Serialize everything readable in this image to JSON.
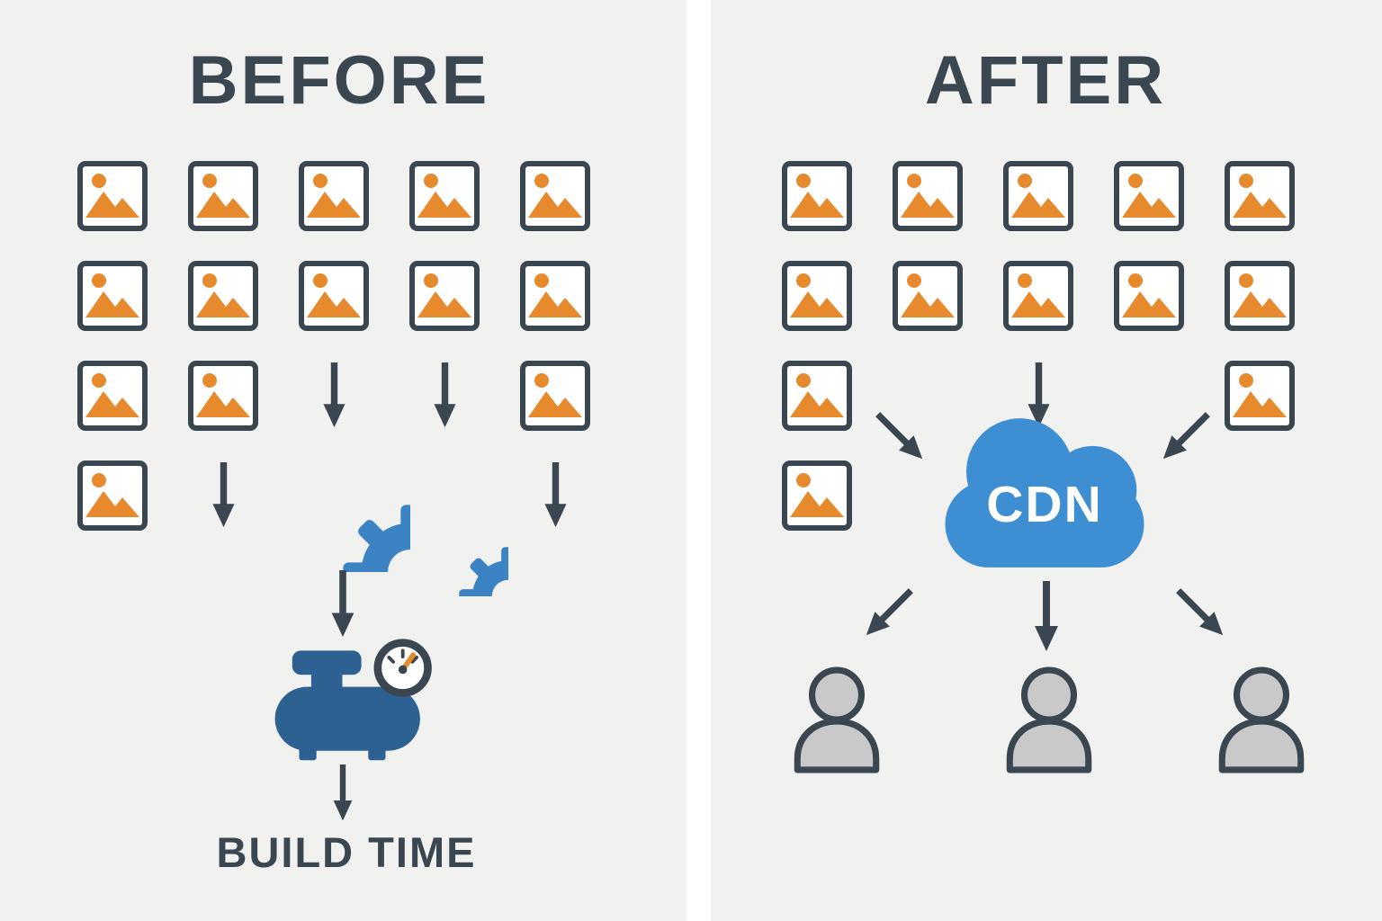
{
  "panels": {
    "before": {
      "title": "BEFORE",
      "caption": "BUILD TIME",
      "grid": [
        [
          "img",
          "img",
          "img",
          "img",
          "img"
        ],
        [
          "img",
          "img",
          "img",
          "img",
          "img"
        ],
        [
          "img",
          "img",
          "arrow",
          "arrow",
          "img"
        ],
        [
          "img",
          "arrow",
          "",
          "",
          "arrow"
        ]
      ]
    },
    "after": {
      "title": "AFTER",
      "cloud_label": "CDN",
      "grid": [
        [
          "img",
          "img",
          "img",
          "img",
          "img"
        ],
        [
          "img",
          "img",
          "img",
          "img",
          "img"
        ],
        [
          "img",
          "",
          "arrow",
          "",
          "img"
        ],
        [
          "img",
          "",
          "",
          "",
          ""
        ]
      ],
      "users_count": 3
    }
  },
  "icons": {
    "image-thumbnail-icon": "framed picture with sun and mountains",
    "arrow-down-icon": "thick downward arrow",
    "gear-icon": "cog wheel",
    "build-machine-icon": "compressor tank with pressure gauge",
    "gauge-icon": "round pressure gauge with needle",
    "cdn-cloud-icon": "cloud shape",
    "user-icon": "person silhouette (head and shoulders)"
  },
  "colors": {
    "ink": "#3a4750",
    "orange": "#e78a2e",
    "gear-blue": "#3c83c4",
    "machine-blue": "#2d6191",
    "cloud-blue": "#3e8ed3",
    "user-gray": "#c9c9c9",
    "panel-bg": "#f1f1ef",
    "gutter": "#ffffff",
    "cdn-text": "#ffffff",
    "icon-bg": "#ffffff"
  }
}
